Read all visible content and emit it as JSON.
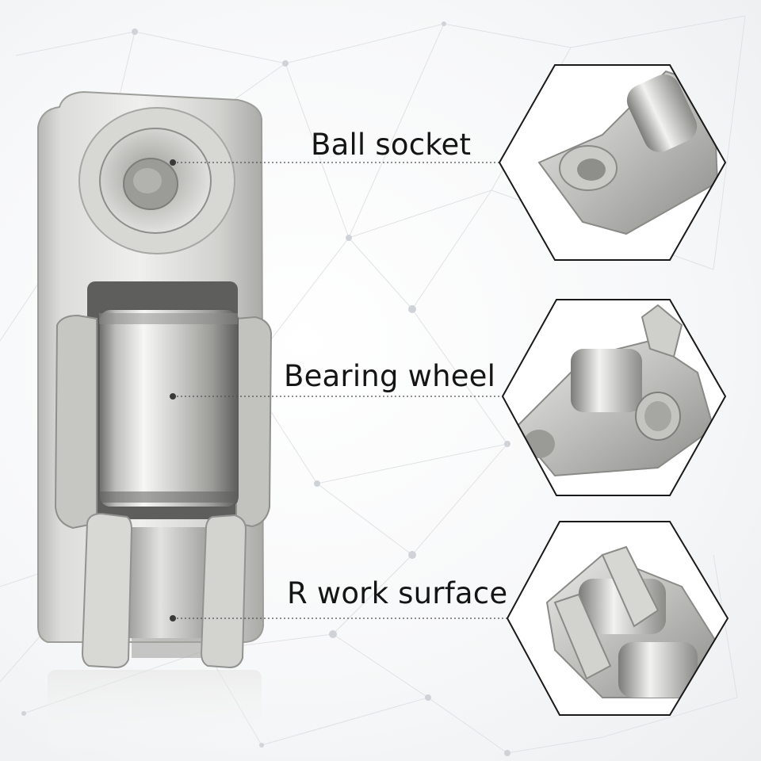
{
  "callouts": {
    "ball_socket": "Ball socket",
    "bearing_wheel": "Bearing wheel",
    "r_work_surface": "R work surface"
  },
  "colors": {
    "metal_light": "#e6e6e4",
    "metal_mid": "#b9b9b6",
    "metal_dark": "#7a7a77",
    "leader_line": "#555555",
    "hexagon_stroke": "#1a1a1a",
    "network_dots": "#c9cdd2"
  },
  "icons": [
    "rocker-arm-photo",
    "ball-socket-detail",
    "bearing-wheel-detail",
    "r-work-surface-detail"
  ]
}
